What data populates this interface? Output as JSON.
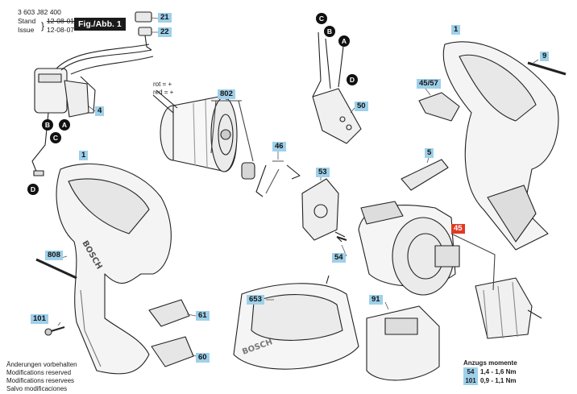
{
  "header": {
    "doc_number": "3 603 J82 400",
    "stand_label": "Stand",
    "issue_label": "Issue",
    "stand_date_struck": "12-08-01",
    "issue_date": "12-08-07",
    "figure": "Fig./Abb. 1"
  },
  "wire_legend": [
    "rot = +",
    "red = +"
  ],
  "part_labels": {
    "p1_housing_right": "1",
    "p9": "9",
    "p45_57": "45/57",
    "p5": "5",
    "p21": "21",
    "p22": "22",
    "p4": "4",
    "p802": "802",
    "p50": "50",
    "p46": "46",
    "p53": "53",
    "p1_housing_left": "1",
    "p808": "808",
    "p54": "54",
    "p45": "45",
    "p653": "653",
    "p91": "91",
    "p61": "61",
    "p101": "101",
    "p60": "60"
  },
  "connectors": {
    "a": "A",
    "b": "B",
    "c": "C",
    "d": "D"
  },
  "notes": [
    "Änderungen vorbehalten",
    "Modifications reserved",
    "Modifications reservees",
    "Salvo modificaciones"
  ],
  "torque": {
    "title": "Anzugs momente",
    "rows": [
      {
        "part": "54",
        "value": "1,4 - 1,6 Nm"
      },
      {
        "part": "101",
        "value": "0,9 - 1,1 Nm"
      }
    ]
  },
  "logo_text": "BOSCH"
}
